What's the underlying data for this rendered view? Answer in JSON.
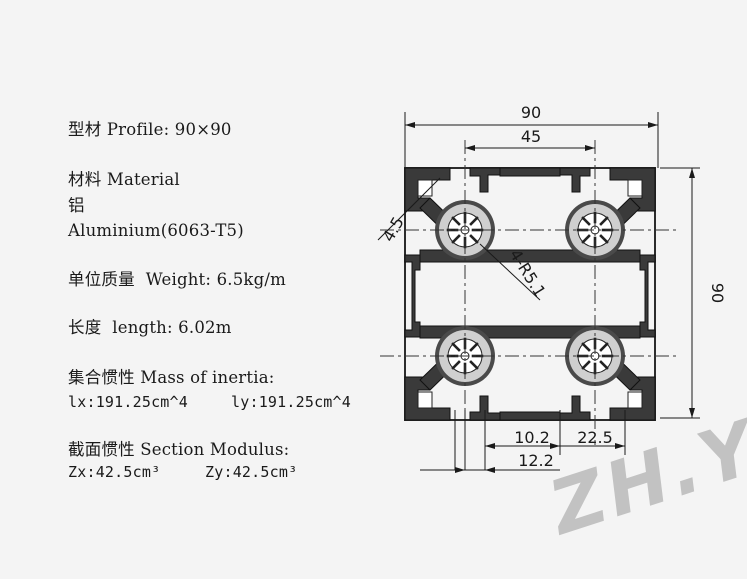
{
  "specs": {
    "profile": "型材 Profile: 90×90",
    "material_label": "材料 Material",
    "material_cn": "铝",
    "material_value": "Aluminium(6063-T5)",
    "weight": "单位质量  Weight: 6.5kg/m",
    "length": "长度  length: 6.02m",
    "inertia_label": "集合惯性 Mass of inertia:",
    "inertia_lx": "lx:191.25cm^4",
    "inertia_ly": "ly:191.25cm^4",
    "modulus_label": "截面惯性 Section Modulus:",
    "modulus_zx": "Zx:42.5cm³",
    "modulus_zy": "Zy:42.5cm³"
  },
  "dimensions": {
    "overall_width": "90",
    "slot_pitch": "45",
    "overall_height": "90",
    "chamfer": "4.5",
    "radius": "4-R5.1",
    "slot_inner": "10.2",
    "slot_outer": "12.2",
    "slot_offset": "22.5"
  },
  "watermark": "ZH.YX",
  "colors": {
    "profile_fill": "#3a3a3a",
    "profile_light": "#9a9a9a",
    "line": "#1a1a1a"
  }
}
